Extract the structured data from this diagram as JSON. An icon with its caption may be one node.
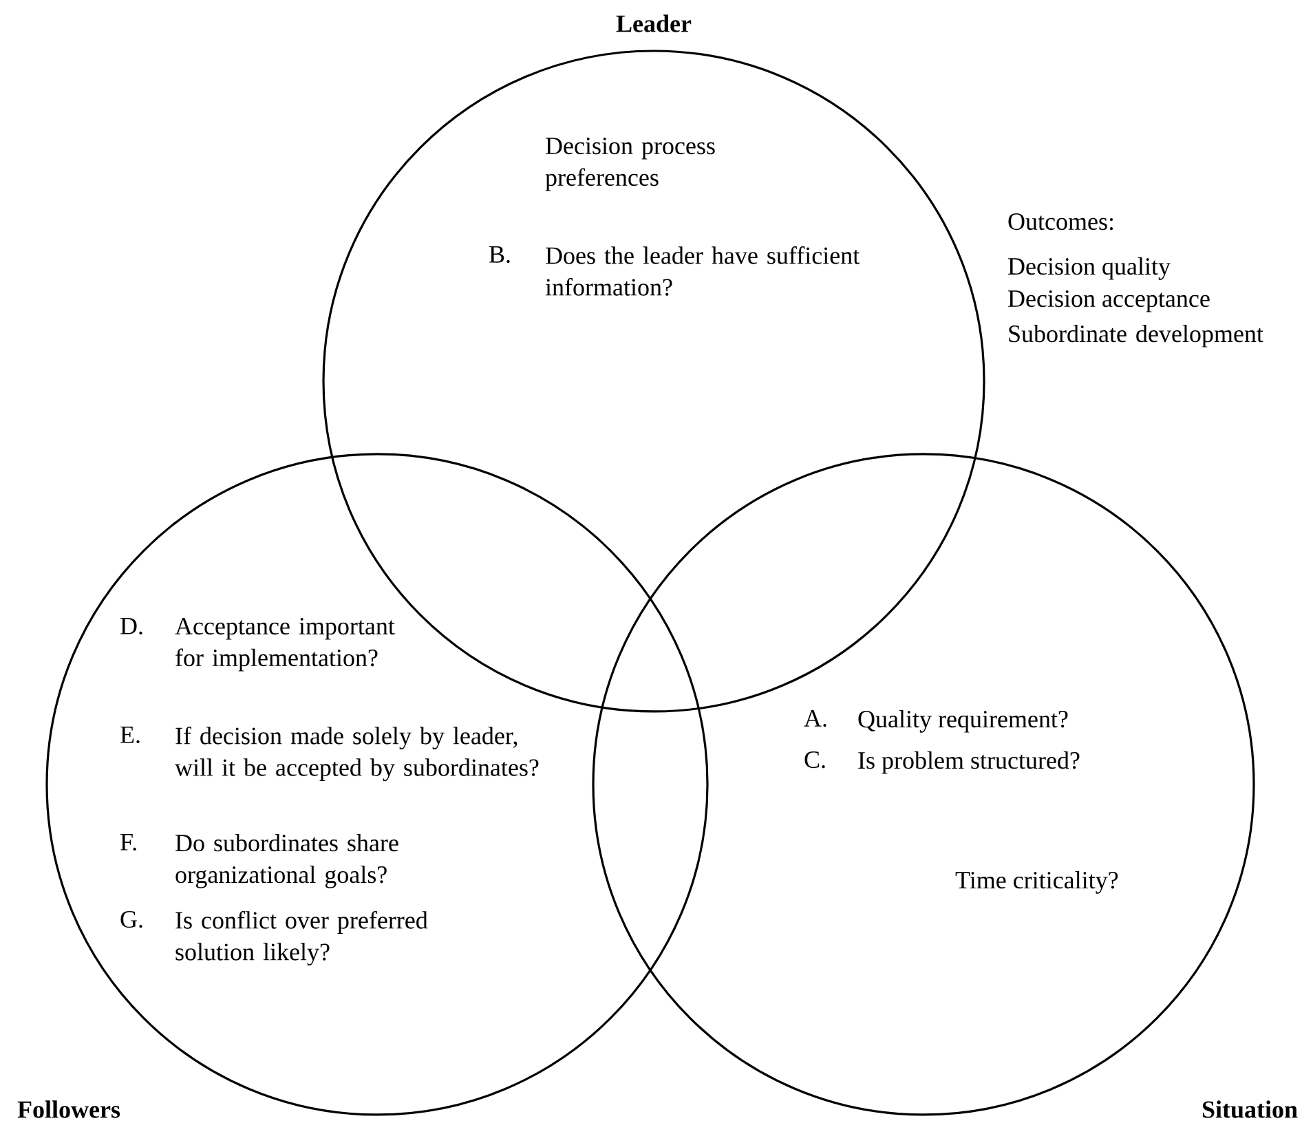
{
  "diagram": {
    "nodes": [
      {
        "text": [
          "Leader",
          "Decision process preferences",
          "B.",
          "Does the leader have sufficient information?"
        ]
      },
      {
        "text": [
          "Followers",
          "D.",
          "Acceptance important for implementation?",
          "E.",
          "If decision made solely by leader, will it be accepted by subordinates?",
          "F.",
          "Do subordinates share organizational goals?",
          "G.",
          "Is conflict over preferred solution likely?"
        ]
      },
      {
        "text": [
          "Situation",
          "A.",
          "Quality requirement?",
          "C.",
          "Is problem structured?",
          "Time criticality?"
        ]
      }
    ],
    "labels": [
      "Outcomes:",
      "Decision quality",
      "Decision acceptance",
      "Subordinate development"
    ]
  }
}
